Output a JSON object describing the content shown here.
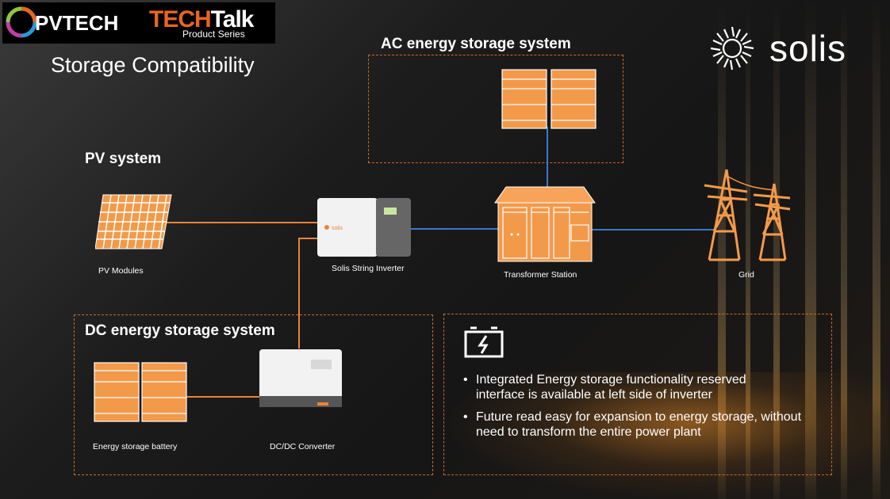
{
  "header": {
    "pvtech": "PVTECH",
    "techtalk_a": "TECH",
    "techtalk_b": "Talk",
    "product_series": "Product Series",
    "title": "Storage Compatibility",
    "brand": "solis"
  },
  "sections": {
    "ac": "AC energy storage system",
    "pv": "PV system",
    "dc": "DC energy storage system"
  },
  "labels": {
    "pv_modules": "PV Modules",
    "inverter": "Solis String Inverter",
    "transformer": "Transformer Station",
    "grid": "Grid",
    "battery": "Energy storage battery",
    "dcdc": "DC/DC Converter"
  },
  "bullets": [
    "Integrated Energy storage functionality reserved interface is available at left side of inverter",
    "Future read easy for expansion to energy storage, without  need to transform the entire power plant"
  ],
  "colors": {
    "accent": "#e8843a",
    "link_blue": "#3a78c8",
    "box_border": "#c86a2a"
  },
  "icons": [
    "battery-icon",
    "sun-logo-icon",
    "solar-panel-icon",
    "transmission-tower-icon"
  ]
}
